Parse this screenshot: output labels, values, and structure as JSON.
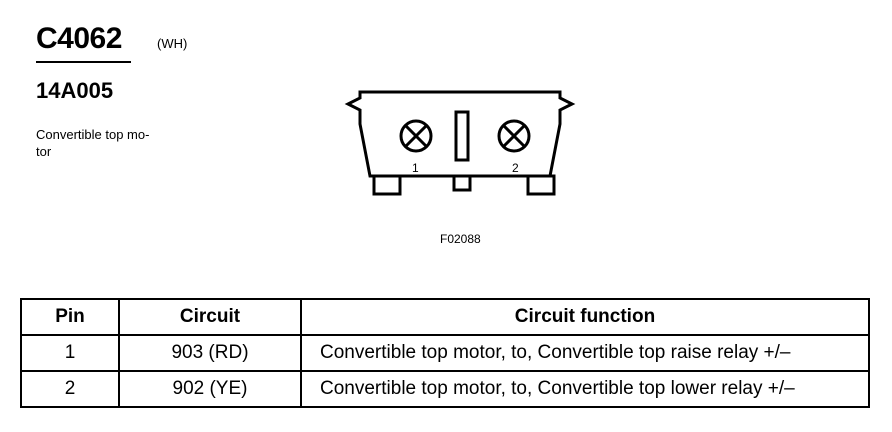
{
  "connector": {
    "id": "C4062",
    "color_code": "(WH)",
    "part_number": "14A005",
    "description": "Convertible top mo-\ntor"
  },
  "diagram": {
    "figure_id": "F02088",
    "pins": [
      {
        "label": "1"
      },
      {
        "label": "2"
      }
    ]
  },
  "table": {
    "headers": [
      "Pin",
      "Circuit",
      "Circuit function"
    ],
    "rows": [
      {
        "pin": "1",
        "circuit": "903 (RD)",
        "function": "Convertible top motor, to, Convertible top raise relay +/–"
      },
      {
        "pin": "2",
        "circuit": "902 (YE)",
        "function": "Convertible top motor, to, Convertible top lower relay +/–"
      }
    ]
  }
}
